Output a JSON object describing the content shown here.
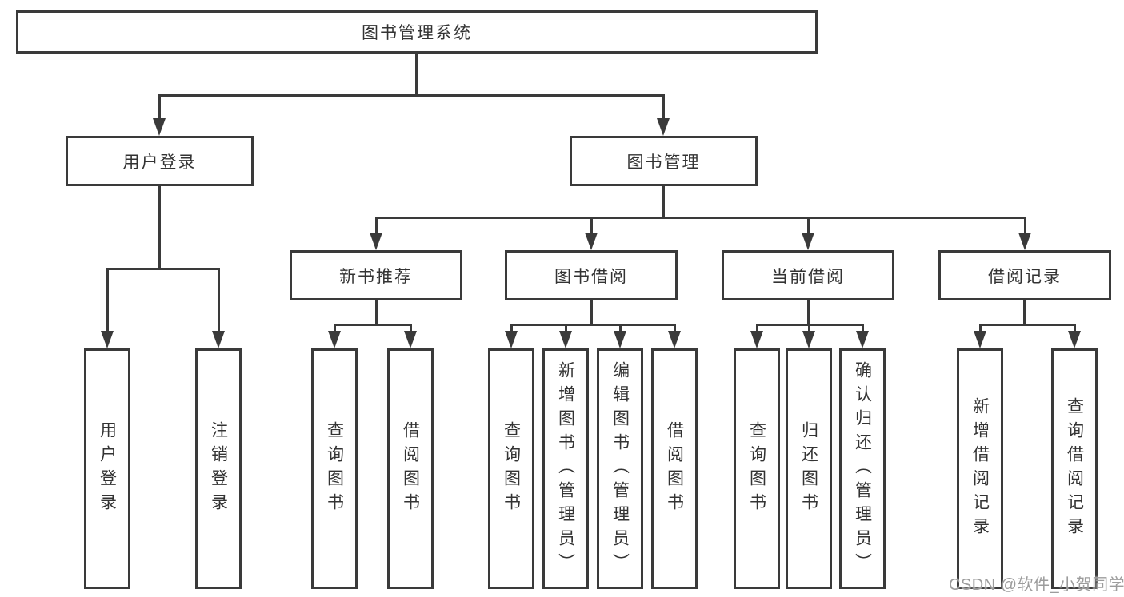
{
  "diagram_title": "图书管理系统",
  "tree": {
    "label": "图书管理系统",
    "children": [
      {
        "label": "用户登录",
        "children": [
          {
            "label": "用户登录"
          },
          {
            "label": "注销登录"
          }
        ]
      },
      {
        "label": "图书管理",
        "children": [
          {
            "label": "新书推荐",
            "children": [
              {
                "label": "查询图书"
              },
              {
                "label": "借阅图书"
              }
            ]
          },
          {
            "label": "图书借阅",
            "children": [
              {
                "label": "查询图书"
              },
              {
                "label": "新增图书（管理员）"
              },
              {
                "label": "编辑图书（管理员）"
              },
              {
                "label": "借阅图书"
              }
            ]
          },
          {
            "label": "当前借阅",
            "children": [
              {
                "label": "查询图书"
              },
              {
                "label": "归还图书"
              },
              {
                "label": "确认归还（管理员）"
              }
            ]
          },
          {
            "label": "借阅记录",
            "children": [
              {
                "label": "新增借阅记录"
              },
              {
                "label": "查询借阅记录"
              }
            ]
          }
        ]
      }
    ]
  },
  "watermark": {
    "text": "CSDN @软件_小贺同学"
  },
  "colors": {
    "line_and_border": "#3a3a3a",
    "box_text": "#333333",
    "box_fill": "#ffffff",
    "background": "#ffffff",
    "watermark_text": "#9c9c9c"
  }
}
